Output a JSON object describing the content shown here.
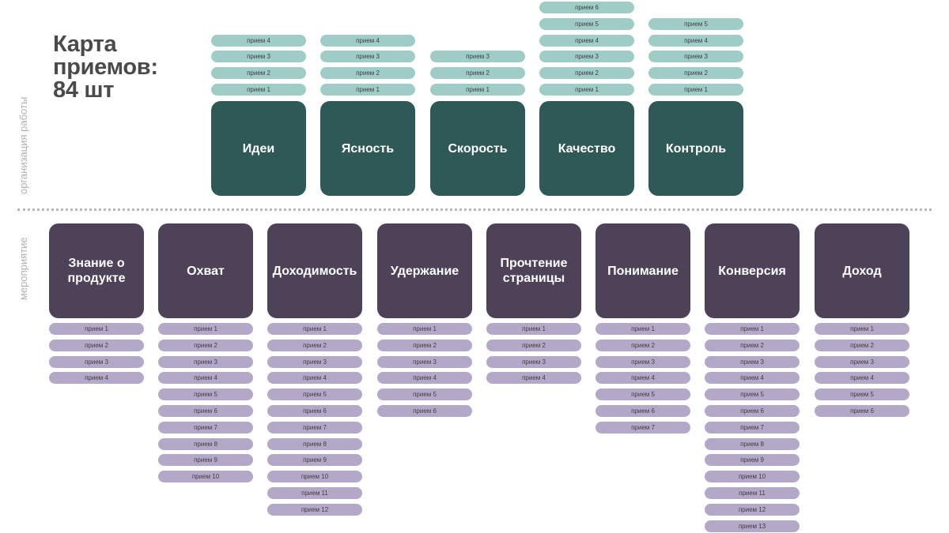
{
  "title": {
    "line1": "Карта",
    "line2": "приемов:",
    "line3": "84 шт"
  },
  "side_labels": {
    "top": "организация работы",
    "bottom": "мероприятие"
  },
  "colors": {
    "work_box": "#2e5957",
    "work_pill": "#9fccc7",
    "event_box": "#4e4259",
    "event_pill": "#b4a8c8"
  },
  "work_columns": [
    {
      "name": "Идеи",
      "items": [
        "прием 1",
        "прием 2",
        "прием 3",
        "прием 4"
      ]
    },
    {
      "name": "Ясность",
      "items": [
        "прием 1",
        "прием 2",
        "прием 3",
        "прием 4"
      ]
    },
    {
      "name": "Скорость",
      "items": [
        "прием 1",
        "прием 2",
        "прием 3"
      ]
    },
    {
      "name": "Качество",
      "items": [
        "прием 1",
        "прием 2",
        "прием 3",
        "прием 4",
        "прием 5",
        "прием 6"
      ]
    },
    {
      "name": "Контроль",
      "items": [
        "прием 1",
        "прием 2",
        "прием 3",
        "прием 4",
        "прием 5"
      ]
    }
  ],
  "event_columns": [
    {
      "name": "Знание о продукте",
      "items": [
        "прием 1",
        "прием 2",
        "прием 3",
        "прием 4"
      ]
    },
    {
      "name": "Охват",
      "items": [
        "прием 1",
        "прием 2",
        "прием 3",
        "прием 4",
        "прием 5",
        "прием 6",
        "прием 7",
        "прием 8",
        "прием 9",
        "прием 10"
      ]
    },
    {
      "name": "Доходимость",
      "items": [
        "прием 1",
        "прием 2",
        "прием 3",
        "прием 4",
        "прием 5",
        "прием 6",
        "прием 7",
        "прием 8",
        "прием 9",
        "прием 10",
        "прием 11",
        "прием 12"
      ]
    },
    {
      "name": "Удержание",
      "items": [
        "прием 1",
        "прием 2",
        "прием 3",
        "прием 4",
        "прием 5",
        "прием 6"
      ]
    },
    {
      "name": "Прочтение страницы",
      "items": [
        "прием 1",
        "прием 2",
        "прием 3",
        "прием 4"
      ]
    },
    {
      "name": "Понимание",
      "items": [
        "прием 1",
        "прием 2",
        "прием 3",
        "прием 4",
        "прием 5",
        "прием 6",
        "прием 7"
      ]
    },
    {
      "name": "Конверсия",
      "items": [
        "прием 1",
        "прием 2",
        "прием 3",
        "прием 4",
        "прием 5",
        "прием 6",
        "прием 7",
        "прием 8",
        "прием 9",
        "прием 10",
        "прием 11",
        "прием 12",
        "прием 13"
      ]
    },
    {
      "name": "Доход",
      "items": [
        "прием 1",
        "прием 2",
        "прием 3",
        "прием 4",
        "прием 5",
        "прием 6"
      ]
    }
  ]
}
